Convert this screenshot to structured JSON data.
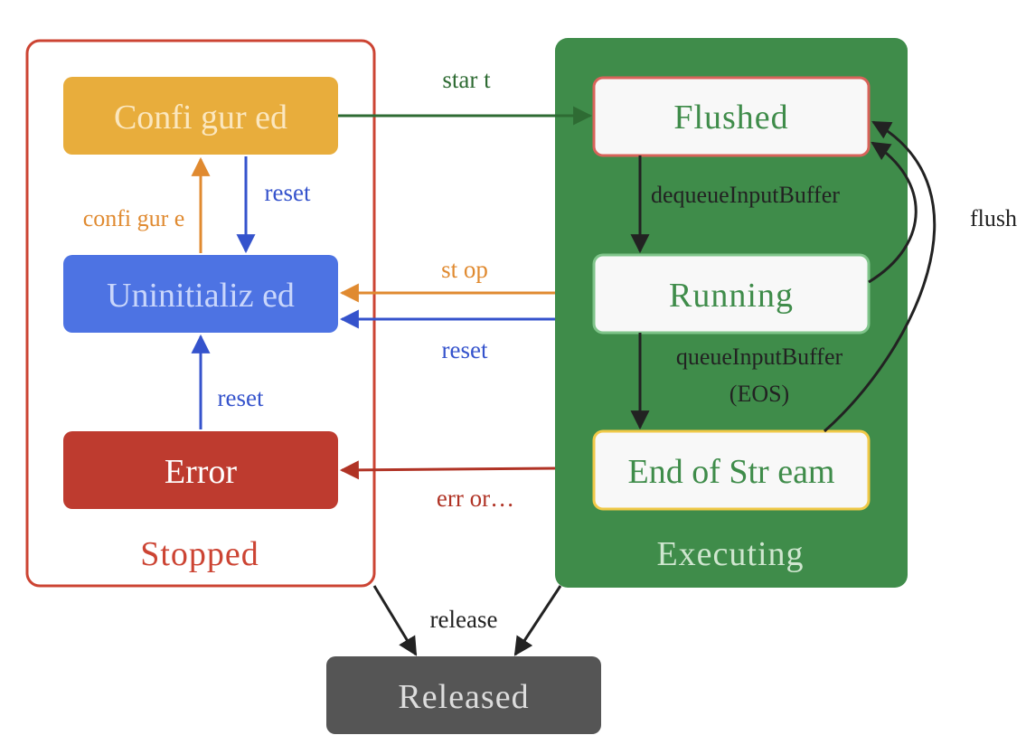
{
  "groups": {
    "stopped": {
      "label": "Stopped",
      "color": "#cc4433"
    },
    "executing": {
      "label": "Executing",
      "color": "#3f8c4a",
      "label_color": "#cfe6cf"
    }
  },
  "states": {
    "configured": {
      "label": "Confi gur ed",
      "fill": "#e8ad3c",
      "text_color": "#fbe7bf"
    },
    "uninitialized": {
      "label": "Uninitializ ed",
      "fill": "#4d73e3",
      "text_color": "#c9d6fb"
    },
    "error": {
      "label": "Error",
      "fill": "#be3b2f",
      "text_color": "#ffffff"
    },
    "flushed": {
      "label": "Flushed",
      "fill": "#f8f8f8",
      "border": "#d8635a",
      "text_color": "#3f8c4a"
    },
    "running": {
      "label": "Running",
      "fill": "#f8f8f8",
      "border": "#7fc48a",
      "text_color": "#3f8c4a"
    },
    "end_of_stream": {
      "label": "End of Str eam",
      "fill": "#f8f8f8",
      "border": "#f0c948",
      "text_color": "#3f8c4a"
    },
    "released": {
      "label": "Released",
      "fill": "#555555",
      "text_color": "#dddddd"
    }
  },
  "transitions": {
    "start": {
      "label": "star t",
      "color": "#2e6b33"
    },
    "stop": {
      "label": "st op",
      "color": "#e08a30"
    },
    "reset_exec": {
      "label": "reset",
      "color": "#3553cc"
    },
    "error": {
      "label": "err or…",
      "color": "#b03325"
    },
    "configure": {
      "label": "confi gur e",
      "color": "#e08a30"
    },
    "reset_configured": {
      "label": "reset",
      "color": "#3553cc"
    },
    "reset_error": {
      "label": "reset",
      "color": "#3553cc"
    },
    "dequeue": {
      "label": "dequeueInputBuffer",
      "color": "#222222"
    },
    "queue": {
      "label": "queueInputBuffer",
      "color": "#222222"
    },
    "queue_eos": {
      "label": "(EOS)",
      "color": "#222222"
    },
    "flush": {
      "label": "flush",
      "color": "#222222"
    },
    "release": {
      "label": "release",
      "color": "#222222"
    }
  }
}
